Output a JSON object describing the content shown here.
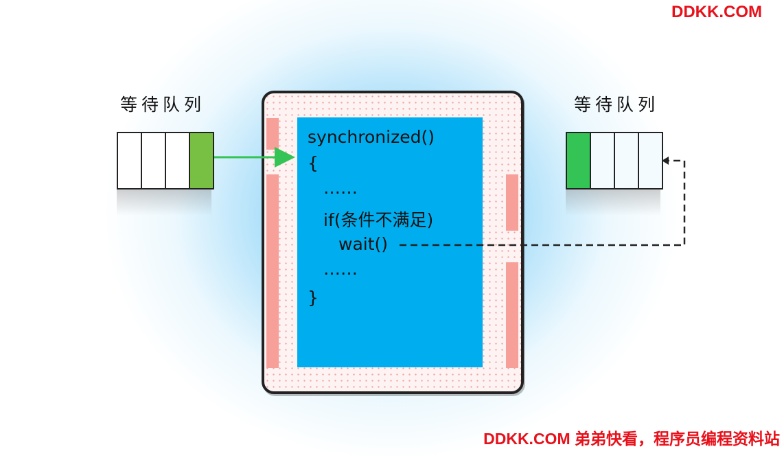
{
  "watermark_top": "DDKK.COM",
  "watermark_bottom": "DDKK.COM 弟弟快看，程序员编程资料站",
  "left_queue": {
    "label": "等待队列",
    "cells": 4,
    "highlight_color": "#78c043"
  },
  "right_queue": {
    "label": "等待队列",
    "cells": 4,
    "highlight_color": "#33c455"
  },
  "code": {
    "line1": "synchronized()",
    "line2": "{",
    "line3": "……",
    "line4": "if(条件不满足)",
    "line5": "wait()",
    "line6": "……",
    "line7": "}"
  },
  "colors": {
    "code_background": "#00aeef",
    "monitor_pillars": "#f7a09a",
    "enter_arrow": "#33c455",
    "wait_arrow": "#222222"
  }
}
